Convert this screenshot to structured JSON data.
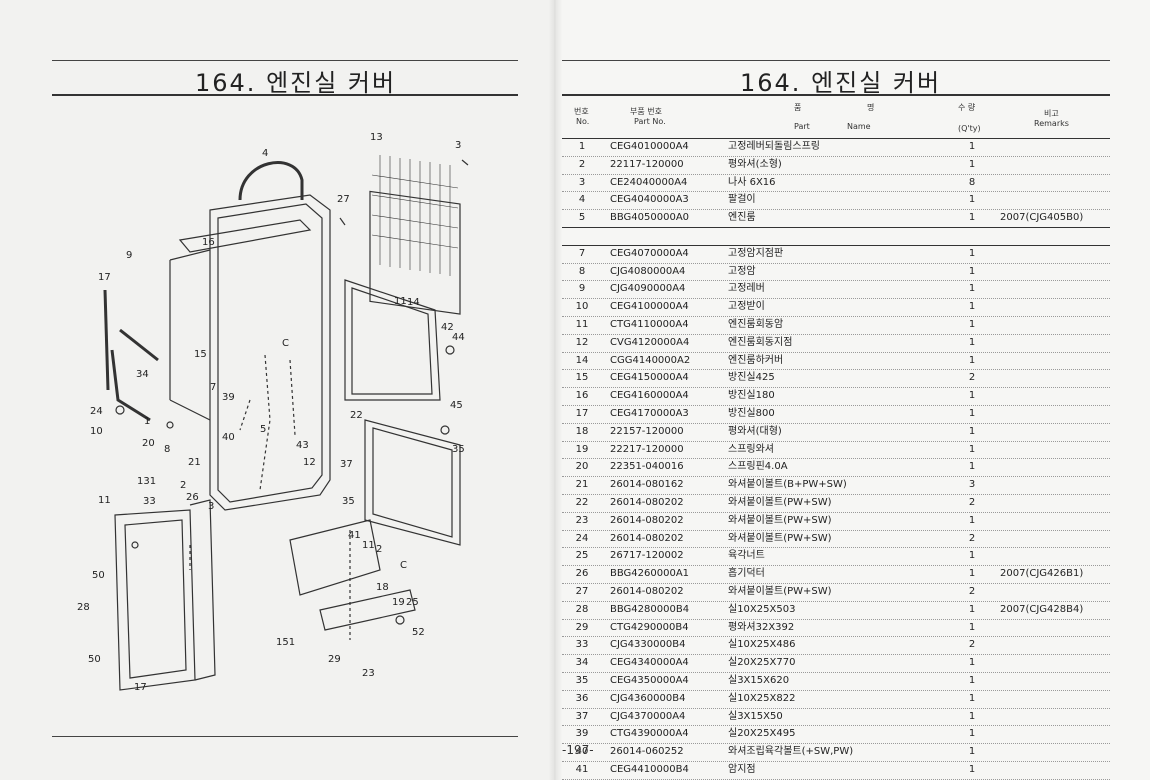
{
  "left": {
    "title": "164. 엔진실 커버"
  },
  "right": {
    "title": "164. 엔진실 커버",
    "page_number": "-197-"
  },
  "diagram": {
    "callouts": [
      "13",
      "3",
      "4",
      "27",
      "16",
      "9",
      "17",
      "14",
      "42",
      "44",
      "15",
      "34",
      "7",
      "39",
      "45",
      "24",
      "1",
      "22",
      "10",
      "20",
      "8",
      "40",
      "5",
      "43",
      "12",
      "37",
      "35",
      "21",
      "131",
      "2",
      "11",
      "33",
      "26",
      "3",
      "35",
      "41",
      "11",
      "2",
      "18",
      "19",
      "25",
      "50",
      "28",
      "52",
      "151",
      "29",
      "23",
      "50",
      "17",
      "C",
      "C",
      "11"
    ]
  },
  "table": {
    "headers": {
      "no_ko": "번호",
      "no_en": "No.",
      "part_ko": "부품 번호",
      "part_en": "Part  No.",
      "name_ko_1": "품",
      "name_ko_2": "명",
      "name_en_1": "Part",
      "name_en_2": "Name",
      "qty_ko": "수 량",
      "qty_en": "(Q'ty)",
      "rem_ko": "비고",
      "rem_en": "Remarks"
    },
    "rows": [
      {
        "no": "1",
        "part": "CEG4010000A4",
        "name": "고정레버되돌림스프링",
        "qty": "1",
        "rem": ""
      },
      {
        "no": "2",
        "part": "22117-120000",
        "name": "평와셔(소형)",
        "qty": "1",
        "rem": ""
      },
      {
        "no": "3",
        "part": "CE24040000A4",
        "name": "나사 6X16",
        "qty": "8",
        "rem": ""
      },
      {
        "no": "4",
        "part": "CEG4040000A3",
        "name": "팔걸이",
        "qty": "1",
        "rem": ""
      },
      {
        "no": "5",
        "part": "BBG4050000A0",
        "name": "엔진룸",
        "qty": "1",
        "rem": "2007(CJG405B0)"
      },
      {
        "no": "",
        "part": "",
        "name": "",
        "qty": "",
        "rem": ""
      },
      {
        "no": "7",
        "part": "CEG4070000A4",
        "name": "고정암지점판",
        "qty": "1",
        "rem": ""
      },
      {
        "no": "8",
        "part": "CJG4080000A4",
        "name": "고정암",
        "qty": "1",
        "rem": ""
      },
      {
        "no": "9",
        "part": "CJG4090000A4",
        "name": "고정레버",
        "qty": "1",
        "rem": ""
      },
      {
        "no": "10",
        "part": "CEG4100000A4",
        "name": "고정받이",
        "qty": "1",
        "rem": ""
      },
      {
        "no": "11",
        "part": "CTG4110000A4",
        "name": "엔진룸회동암",
        "qty": "1",
        "rem": ""
      },
      {
        "no": "12",
        "part": "CVG4120000A4",
        "name": "엔진룸회동지점",
        "qty": "1",
        "rem": ""
      },
      {
        "no": "14",
        "part": "CGG4140000A2",
        "name": "엔진룸하커버",
        "qty": "1",
        "rem": ""
      },
      {
        "no": "15",
        "part": "CEG4150000A4",
        "name": "방진실425",
        "qty": "2",
        "rem": ""
      },
      {
        "no": "16",
        "part": "CEG4160000A4",
        "name": "방진실180",
        "qty": "1",
        "rem": ""
      },
      {
        "no": "17",
        "part": "CEG4170000A3",
        "name": "방진실800",
        "qty": "1",
        "rem": ""
      },
      {
        "no": "18",
        "part": "22157-120000",
        "name": "평와셔(대형)",
        "qty": "1",
        "rem": ""
      },
      {
        "no": "19",
        "part": "22217-120000",
        "name": "스프링와셔",
        "qty": "1",
        "rem": ""
      },
      {
        "no": "20",
        "part": "22351-040016",
        "name": "스프링핀4.0A",
        "qty": "1",
        "rem": ""
      },
      {
        "no": "21",
        "part": "26014-080162",
        "name": "와셔붙이볼트(B+PW+SW)",
        "qty": "3",
        "rem": ""
      },
      {
        "no": "22",
        "part": "26014-080202",
        "name": "와셔붙이볼트(PW+SW)",
        "qty": "2",
        "rem": ""
      },
      {
        "no": "23",
        "part": "26014-080202",
        "name": "와셔붙이볼트(PW+SW)",
        "qty": "1",
        "rem": ""
      },
      {
        "no": "24",
        "part": "26014-080202",
        "name": "와셔붙이볼트(PW+SW)",
        "qty": "2",
        "rem": ""
      },
      {
        "no": "25",
        "part": "26717-120002",
        "name": "육각너트",
        "qty": "1",
        "rem": ""
      },
      {
        "no": "26",
        "part": "BBG4260000A1",
        "name": "흡기덕터",
        "qty": "1",
        "rem": "2007(CJG426B1)"
      },
      {
        "no": "27",
        "part": "26014-080202",
        "name": "와셔붙이볼트(PW+SW)",
        "qty": "2",
        "rem": ""
      },
      {
        "no": "28",
        "part": "BBG4280000B4",
        "name": "실10X25X503",
        "qty": "1",
        "rem": "2007(CJG428B4)"
      },
      {
        "no": "29",
        "part": "CTG4290000B4",
        "name": "평와셔32X392",
        "qty": "1",
        "rem": ""
      },
      {
        "no": "33",
        "part": "CJG4330000B4",
        "name": "실10X25X486",
        "qty": "2",
        "rem": ""
      },
      {
        "no": "34",
        "part": "CEG4340000A4",
        "name": "실20X25X770",
        "qty": "1",
        "rem": ""
      },
      {
        "no": "35",
        "part": "CEG4350000A4",
        "name": "실3X15X620",
        "qty": "1",
        "rem": ""
      },
      {
        "no": "36",
        "part": "CJG4360000B4",
        "name": "실10X25X822",
        "qty": "1",
        "rem": ""
      },
      {
        "no": "37",
        "part": "CJG4370000A4",
        "name": "실3X15X50",
        "qty": "1",
        "rem": ""
      },
      {
        "no": "39",
        "part": "CTG4390000A4",
        "name": "실20X25X495",
        "qty": "1",
        "rem": ""
      },
      {
        "no": "40",
        "part": "26014-060252",
        "name": "와셔조립육각볼트(+SW,PW)",
        "qty": "1",
        "rem": ""
      },
      {
        "no": "41",
        "part": "CEG4410000B4",
        "name": "암지점",
        "qty": "1",
        "rem": ""
      }
    ]
  }
}
